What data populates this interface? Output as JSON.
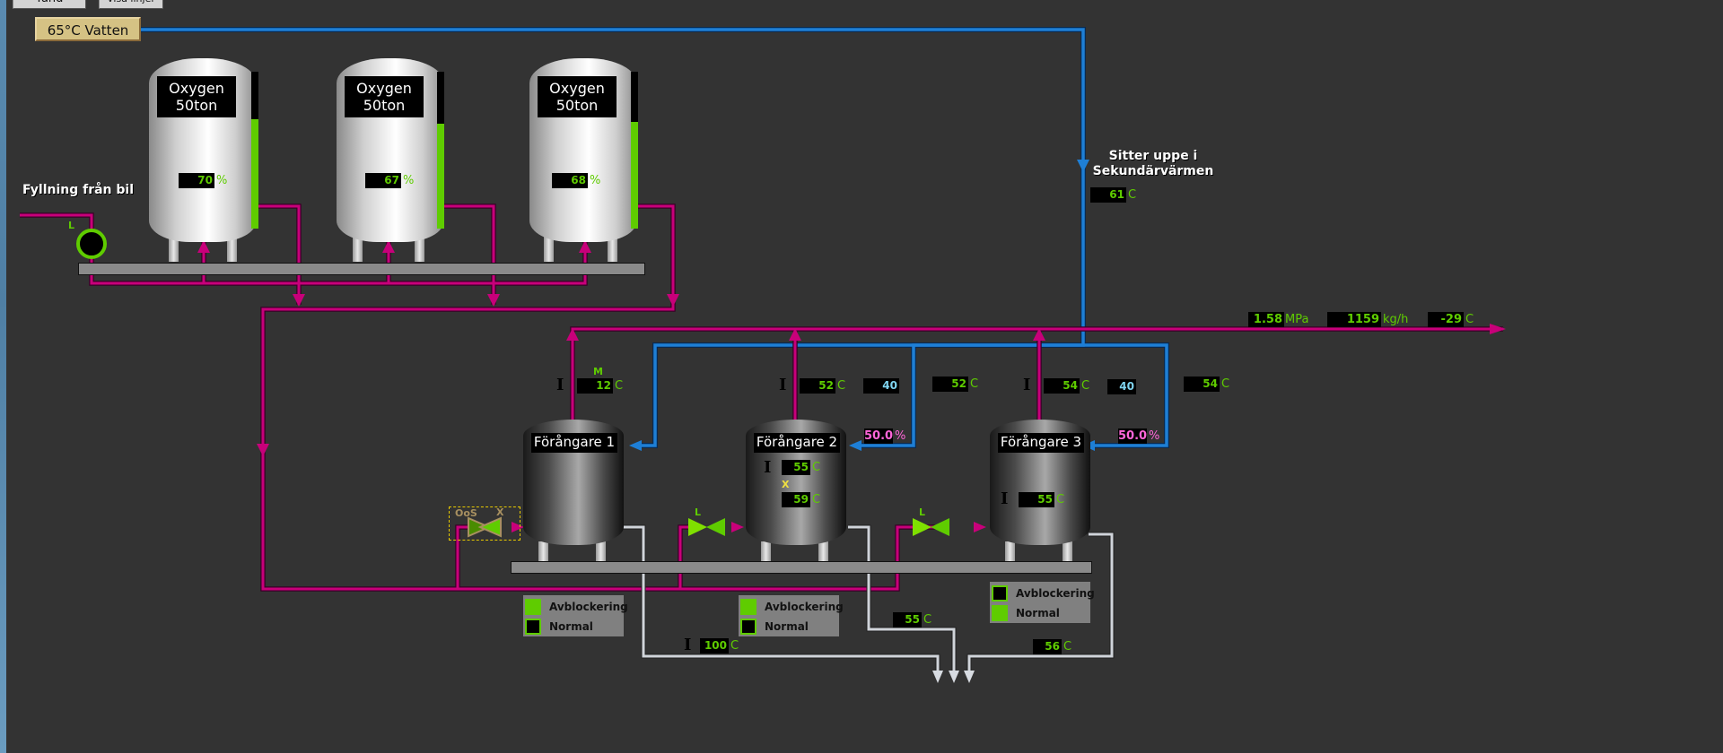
{
  "toolbar": {
    "btn1_label": "Tänd",
    "btn2_label": "Visa linjer",
    "water_button": "65°C Vatten"
  },
  "colors": {
    "background": "#333333",
    "pipe_oxygen": "#c8007a",
    "pipe_water": "#1e7fd6",
    "pipe_return": "#d0d4da",
    "value_green": "#5fcc00",
    "value_cyan": "#7fd4f0",
    "value_pink": "#ff66d9"
  },
  "fill_inlet": {
    "label": "Fyllning från bil",
    "valve_mode": "L"
  },
  "storage_tanks": [
    {
      "label_line1": "Oxygen",
      "label_line2": "50ton",
      "level_value": "70",
      "level_unit": "%",
      "level_fraction": 0.7
    },
    {
      "label_line1": "Oxygen",
      "label_line2": "50ton",
      "level_value": "67",
      "level_unit": "%",
      "level_fraction": 0.67
    },
    {
      "label_line1": "Oxygen",
      "label_line2": "50ton",
      "level_value": "68",
      "level_unit": "%",
      "level_fraction": 0.68
    }
  ],
  "secondary_heat": {
    "label_line1": "Sitter uppe i",
    "label_line2": "Sekundärvärmen",
    "temp": "61",
    "unit": "C"
  },
  "outlet": {
    "pressure": "1.58",
    "pressure_unit": "MPa",
    "flow": "1159",
    "flow_unit": "kg/h",
    "temp": "-29",
    "temp_unit": "C"
  },
  "vaporizers": [
    {
      "label": "Förångare 1",
      "mode": "M",
      "out_temp": "12",
      "out_unit": "C",
      "inlet_valve": {
        "state": "OoS",
        "flag": "X"
      },
      "status": {
        "avblockering_label": "Avblockering",
        "avblockering_on": true,
        "normal_label": "Normal",
        "normal_on": false
      },
      "return_temp": "100",
      "return_unit": "C"
    },
    {
      "label": "Förångare 2",
      "out_temp": "52",
      "out_unit": "C",
      "setpoint": "40",
      "water_temp": "52",
      "water_unit": "C",
      "valve_pct": "50.0",
      "valve_unit": "%",
      "inner_temp1": "55",
      "inner_temp2": "59",
      "inner_unit": "C",
      "inner_flag": "X",
      "inlet_valve": {
        "mode": "L"
      },
      "status": {
        "avblockering_label": "Avblockering",
        "avblockering_on": true,
        "normal_label": "Normal",
        "normal_on": false
      },
      "return_temp": "55",
      "return_unit": "C"
    },
    {
      "label": "Förångare 3",
      "out_temp": "54",
      "out_unit": "C",
      "setpoint": "40",
      "water_temp": "54",
      "water_unit": "C",
      "valve_pct": "50.0",
      "valve_unit": "%",
      "inner_temp1": "55",
      "inner_unit": "C",
      "inlet_valve": {
        "mode": "L"
      },
      "status": {
        "avblockering_label": "Avblockering",
        "avblockering_on": false,
        "normal_label": "Normal",
        "normal_on": true
      },
      "return_temp": "56",
      "return_unit": "C"
    }
  ]
}
